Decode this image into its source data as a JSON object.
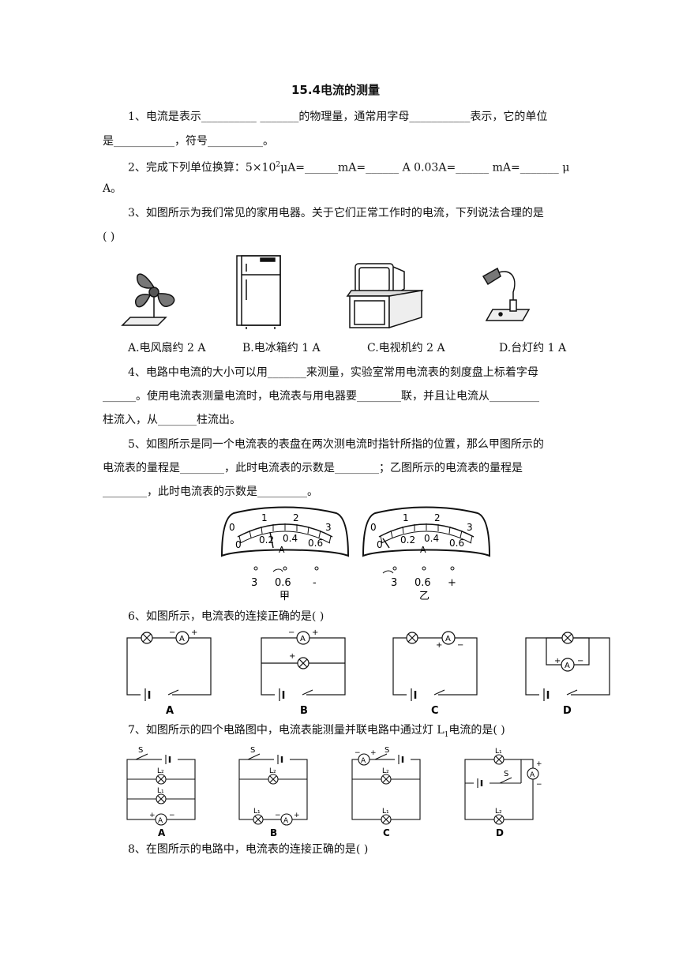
{
  "title": "15.4电流的测量",
  "q1": {
    "line1": "1、电流是表示__________ _______的物理量，通常用字母___________表示，它的单位",
    "line2": "是___________，符号__________。"
  },
  "q2": {
    "line1_a": "2、完成下列单位换算：5×10",
    "line1_sup": "2",
    "line1_b": "μA=______mA=______ A   0.03A=______ mA=_______ μ",
    "line2": "A。"
  },
  "q3": {
    "line1": "3、如图所示为我们常见的家用电器。关于它们正常工作时的电流，下列说法合理的是",
    "line2": "(    )",
    "options": [
      "A.电风扇约 2 A",
      "B.电冰箱约 1 A",
      "C.电视机约 2 A",
      "D.台灯约 1 A"
    ]
  },
  "q4": {
    "line1": "4、电路中电流的大小可以用_______来测量，实验室常用电流表的刻度盘上标着字母",
    "line2": "______。使用电流表测量电流时，电流表与用电器要________联，并且让电流从_________",
    "line3": "柱流入，从_______柱流出。"
  },
  "q5": {
    "line1": "5、如图所示是同一个电流表的表盘在两次测电流时指针所指的位置，那么甲图所示的",
    "line2": "电流表的量程是________，此时电流表的示数是________；乙图所示的电流表的量程是",
    "line3": "________，此时电流表的示数是_________。",
    "meters": [
      {
        "top_ticks": [
          "0",
          "1",
          "2",
          "3"
        ],
        "bottom_ticks": [
          "0",
          "0.2",
          "0.4",
          "0.6"
        ],
        "unit": "A",
        "terminals": [
          "3",
          "0.6",
          "-"
        ],
        "caption": "甲",
        "needle_fraction": 0.25
      },
      {
        "top_ticks": [
          "0",
          "1",
          "2",
          "3"
        ],
        "bottom_ticks": [
          "0",
          "0.2",
          "0.4",
          "0.6"
        ],
        "unit": "A",
        "terminals": [
          "3",
          "0.6",
          "+"
        ],
        "caption": "乙",
        "needle_fraction": 0.05
      }
    ]
  },
  "q6": {
    "line1": "6、如图所示，电流表的连接正确的是(    )",
    "labels": [
      "A",
      "B",
      "C",
      "D"
    ],
    "ammeter_symbol": "A",
    "plus": "+",
    "minus": "−"
  },
  "q7": {
    "line1_a": "7、如图所示的四个电路图中，电流表能测量并联电路中通过灯 L",
    "line1_sub": "1",
    "line1_b": "电流的是(    )",
    "labels": [
      "A",
      "B",
      "C",
      "D"
    ],
    "switch_label": "S",
    "lamp1": "L₁",
    "lamp2": "L₂"
  },
  "q8": {
    "line1": "8、在图所示的电路中，电流表的连接正确的是(    )"
  }
}
